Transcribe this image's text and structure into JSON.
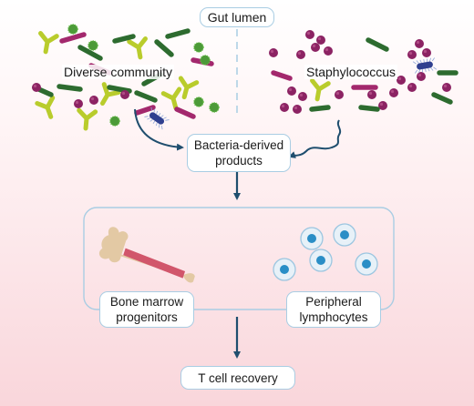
{
  "labels": {
    "gut_lumen": "Gut lumen",
    "diverse_community": "Diverse community",
    "staphylococcus": "Staphylococcus",
    "bacteria_products_line1": "Bacteria-derived",
    "bacteria_products_line2": "products",
    "bone_marrow_line1": "Bone marrow",
    "bone_marrow_line2": "progenitors",
    "peripheral_line1": "Peripheral",
    "peripheral_line2": "lymphocytes",
    "t_cell_recovery": "T cell recovery"
  },
  "colors": {
    "box_border": "#a9cde3",
    "arrow": "#1f4e6e",
    "background_top": "#ffffff",
    "background_bottom": "#f9d8dc",
    "rod_green": "#2d6b2f",
    "rod_magenta": "#a3286d",
    "yshape": "#b9cc2c",
    "coccus_green": "#4c9a38",
    "coccus_purple": "#8c2363",
    "lymphocyte_nucleus": "#2a8ec6",
    "bone": "#e3c9a4",
    "marrow": "#d1566b"
  }
}
